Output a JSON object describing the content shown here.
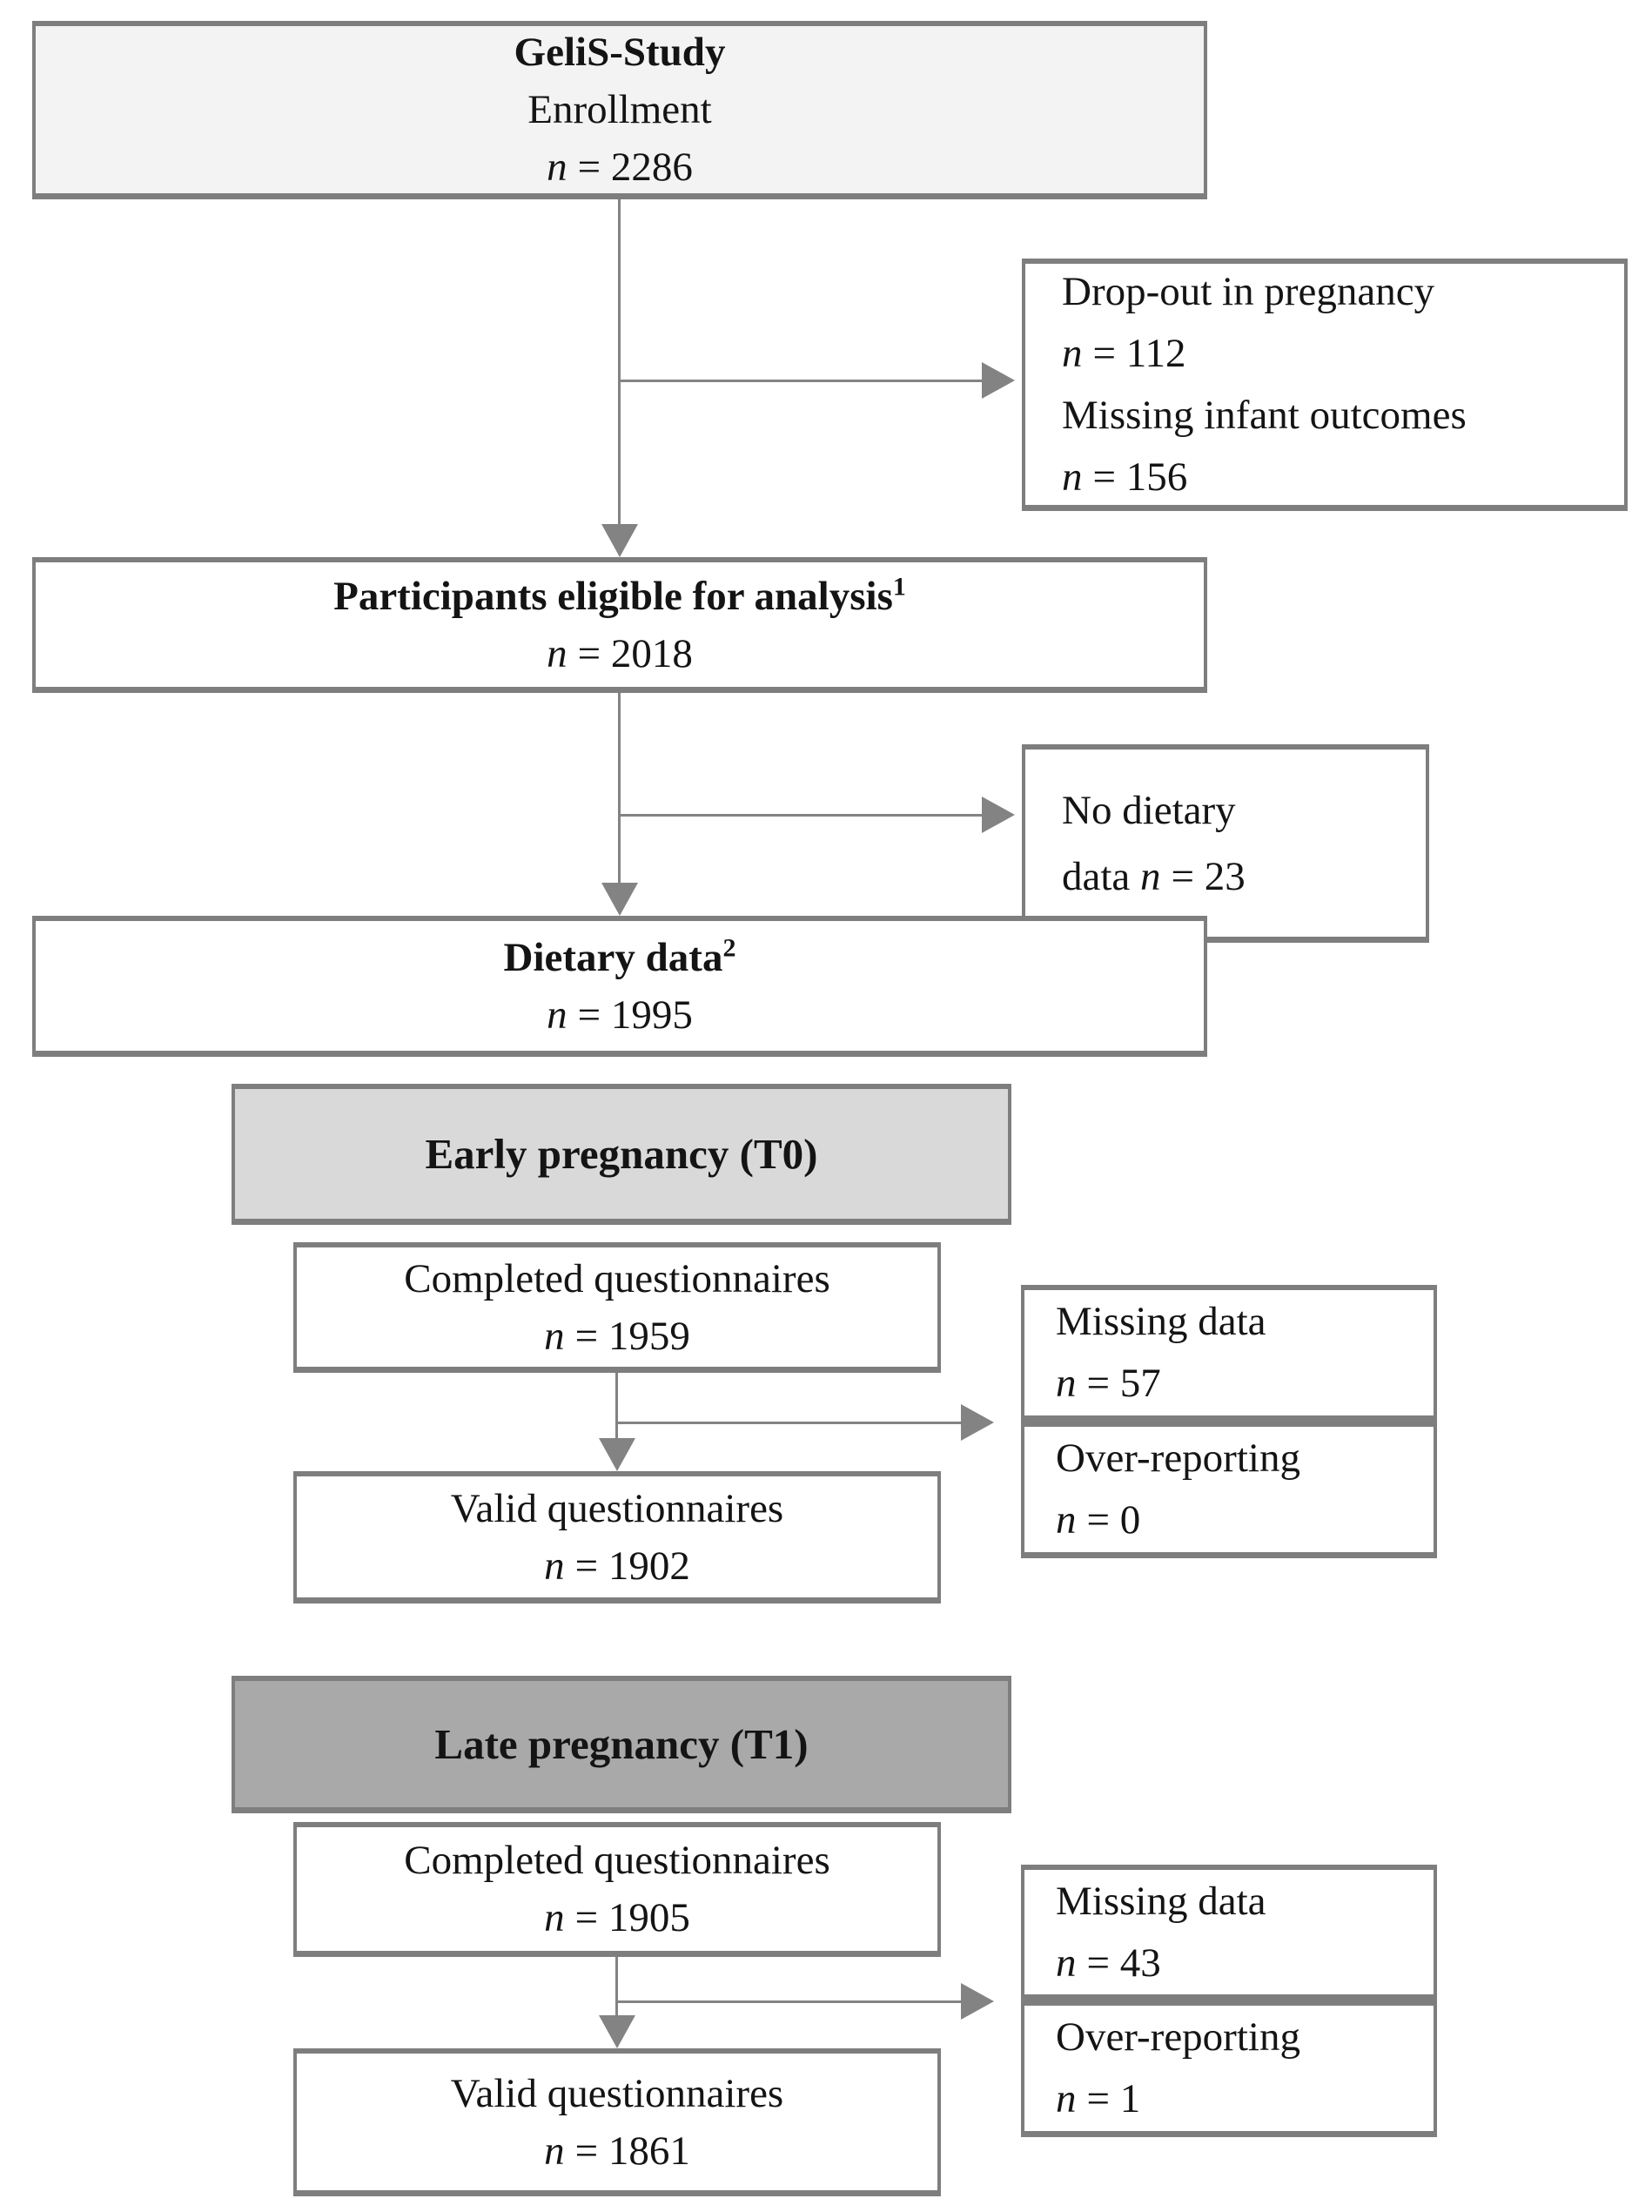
{
  "figure": {
    "type": "flow-diagram",
    "colors": {
      "border_gray": "#7e7e7e",
      "arrow_gray": "#838383",
      "enrollment_fill": "#f3f3f3",
      "t0_header_fill": "#d9d9d9",
      "t1_header_fill": "#a9a9a9",
      "text": "#141414"
    },
    "nodes": {
      "enrollment": {
        "title": "GeliS-Study",
        "subtitle": "Enrollment",
        "n_label": "n",
        "n_value": "= 2286"
      },
      "dropout": {
        "entries": [
          {
            "label": "Drop-out in pregnancy",
            "n_label": "n",
            "n_value": "= 112"
          },
          {
            "label": "Missing infant outcomes",
            "n_label": "n",
            "n_value": "= 156"
          }
        ]
      },
      "eligible": {
        "title": "Participants eligible for analysis",
        "footnote_sup": "1",
        "n_label": "n",
        "n_value": "= 2018"
      },
      "no_dietary": {
        "line1": "No dietary",
        "line2_prefix": "data",
        "n_label": "n",
        "n_value": "= 23"
      },
      "dietary": {
        "title": "Dietary data",
        "footnote_sup": "2",
        "n_label": "n",
        "n_value": "= 1995"
      },
      "t0_header": {
        "title": "Early pregnancy (T0)"
      },
      "t0_completed": {
        "title": "Completed questionnaires",
        "n_label": "n",
        "n_value": "= 1959"
      },
      "t0_missing": {
        "label": "Missing data",
        "n_label": "n",
        "n_value": "= 57"
      },
      "t0_over": {
        "label": "Over-reporting",
        "n_label": "n",
        "n_value": "= 0"
      },
      "t0_valid": {
        "title": "Valid questionnaires",
        "n_label": "n",
        "n_value": "= 1902"
      },
      "t1_header": {
        "title": "Late pregnancy (T1)"
      },
      "t1_completed": {
        "title": "Completed questionnaires",
        "n_label": "n",
        "n_value": "= 1905"
      },
      "t1_missing": {
        "label": "Missing data",
        "n_label": "n",
        "n_value": "= 43"
      },
      "t1_over": {
        "label": "Over-reporting",
        "n_label": "n",
        "n_value": "= 1"
      },
      "t1_valid": {
        "title": "Valid questionnaires",
        "n_label": "n",
        "n_value": "= 1861"
      }
    }
  }
}
